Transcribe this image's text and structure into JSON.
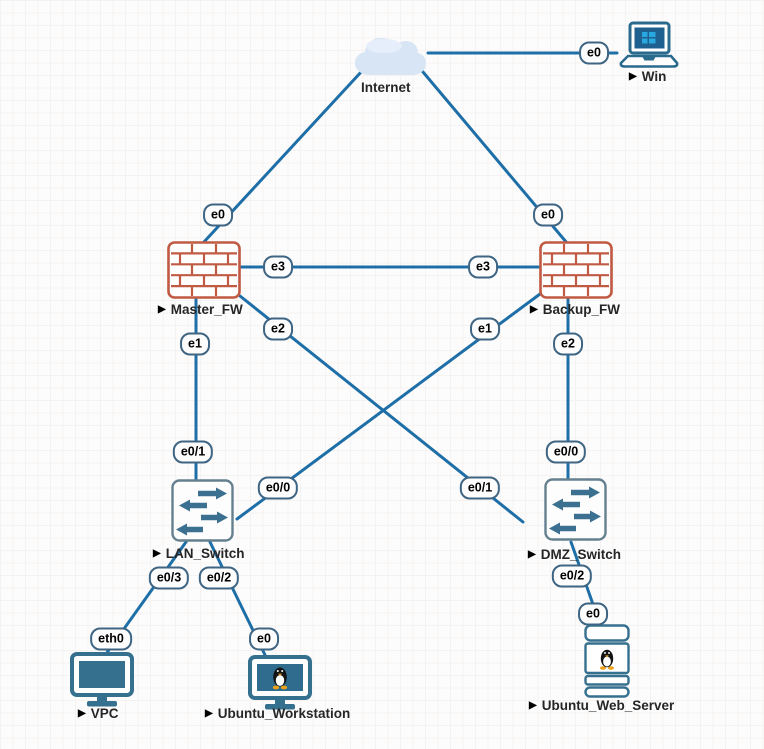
{
  "ui": {
    "play_marker": "▶"
  },
  "colors": {
    "link": "#1e6fa7",
    "pill_border": "#3e6583",
    "firewall_brick": "#c05a42",
    "device_steel": "#36708f",
    "switch_arrow": "#3c7090",
    "windows_blue": "#29a7e1",
    "cloud_fill": "#d8e5f5",
    "label_text": "#262626",
    "tux_orange": "#eda118"
  },
  "devices": [
    {
      "id": "internet",
      "type": "cloud",
      "label": "Internet"
    },
    {
      "id": "win",
      "type": "laptop",
      "label": "Win"
    },
    {
      "id": "master-fw",
      "type": "firewall",
      "label": "Master_FW"
    },
    {
      "id": "backup-fw",
      "type": "firewall",
      "label": "Backup_FW"
    },
    {
      "id": "lan-switch",
      "type": "switch",
      "label": "LAN_Switch"
    },
    {
      "id": "dmz-switch",
      "type": "switch",
      "label": "DMZ_Switch"
    },
    {
      "id": "vpc",
      "type": "monitor",
      "label": "VPC"
    },
    {
      "id": "ubuntu-workstation",
      "type": "linux-monitor",
      "label": "Ubuntu_Workstation"
    },
    {
      "id": "ubuntu-web-server",
      "type": "linux-server",
      "label": "Ubuntu_Web_Server"
    }
  ],
  "ports": [
    {
      "id": "win-e0",
      "text": "e0"
    },
    {
      "id": "master-fw-e0",
      "text": "e0"
    },
    {
      "id": "backup-fw-e0",
      "text": "e0"
    },
    {
      "id": "master-fw-e3",
      "text": "e3"
    },
    {
      "id": "backup-fw-e3",
      "text": "e3"
    },
    {
      "id": "master-fw-e2",
      "text": "e2"
    },
    {
      "id": "backup-fw-e1",
      "text": "e1"
    },
    {
      "id": "master-fw-e1",
      "text": "e1"
    },
    {
      "id": "backup-fw-e2",
      "text": "e2"
    },
    {
      "id": "lan-switch-e0-1",
      "text": "e0/1"
    },
    {
      "id": "dmz-switch-e0-0",
      "text": "e0/0"
    },
    {
      "id": "lan-switch-e0-0",
      "text": "e0/0"
    },
    {
      "id": "dmz-switch-e0-1",
      "text": "e0/1"
    },
    {
      "id": "lan-switch-e0-3",
      "text": "e0/3"
    },
    {
      "id": "lan-switch-e0-2",
      "text": "e0/2"
    },
    {
      "id": "dmz-switch-e0-2",
      "text": "e0/2"
    },
    {
      "id": "vpc-eth0",
      "text": "eth0"
    },
    {
      "id": "ubuntu-workstation-e0",
      "text": "e0"
    },
    {
      "id": "ubuntu-web-server-e0",
      "text": "e0"
    }
  ],
  "links": [
    {
      "from": "Internet",
      "to": "Win",
      "to_port": "e0"
    },
    {
      "from": "Internet",
      "to": "Master_FW",
      "to_port": "e0"
    },
    {
      "from": "Internet",
      "to": "Backup_FW",
      "to_port": "e0"
    },
    {
      "from": "Master_FW",
      "from_port": "e3",
      "to": "Backup_FW",
      "to_port": "e3"
    },
    {
      "from": "Master_FW",
      "from_port": "e1",
      "to": "LAN_Switch",
      "to_port": "e0/1"
    },
    {
      "from": "Master_FW",
      "from_port": "e2",
      "to": "DMZ_Switch",
      "to_port": "e0/1"
    },
    {
      "from": "Backup_FW",
      "from_port": "e1",
      "to": "LAN_Switch",
      "to_port": "e0/0"
    },
    {
      "from": "Backup_FW",
      "from_port": "e2",
      "to": "DMZ_Switch",
      "to_port": "e0/0"
    },
    {
      "from": "LAN_Switch",
      "from_port": "e0/3",
      "to": "VPC",
      "to_port": "eth0"
    },
    {
      "from": "LAN_Switch",
      "from_port": "e0/2",
      "to": "Ubuntu_Workstation",
      "to_port": "e0"
    },
    {
      "from": "DMZ_Switch",
      "from_port": "e0/2",
      "to": "Ubuntu_Web_Server",
      "to_port": "e0"
    }
  ]
}
